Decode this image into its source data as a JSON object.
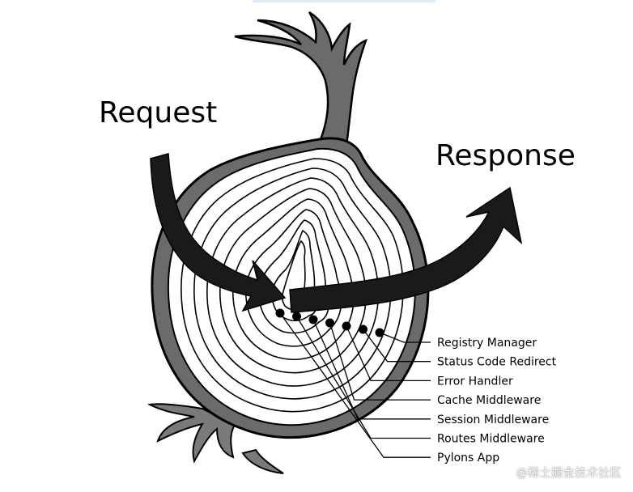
{
  "labels": {
    "request": "Request",
    "response": "Response"
  },
  "layers": [
    "Registry Manager",
    "Status Code Redirect",
    "Error Handler",
    "Cache Middleware",
    "Session Middleware",
    "Routes Middleware",
    "Pylons App"
  ],
  "watermark": "@稀土掘金技术社区",
  "colors": {
    "skin": "#6b6b6b",
    "outline": "#000000",
    "arrow": "#1a1a1a",
    "flesh": "#ffffff",
    "root": "#7a7a7a",
    "topbar": "#dfe9f6"
  }
}
